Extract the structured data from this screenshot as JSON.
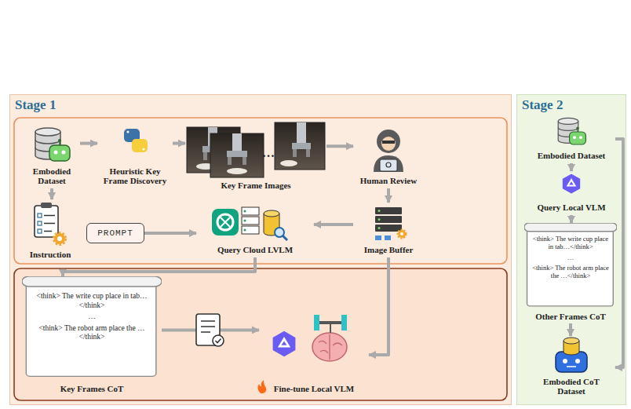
{
  "diagram": {
    "nodes": [
      {
        "text": [
          "Stage 1"
        ]
      },
      {
        "text": [
          "Embodied Dataset"
        ],
        "in": 0
      },
      {
        "text": [
          "Heuristic Key Frame Discovery"
        ],
        "in": 0
      },
      {
        "text": [
          "Key Frame Images"
        ],
        "in": 0
      },
      {
        "text": [
          "Human Review"
        ],
        "in": 0
      },
      {
        "text": [
          "Instruction"
        ],
        "in": 0
      },
      {
        "text": [
          "PROMPT"
        ],
        "in": 0
      },
      {
        "text": [
          "Query Cloud LVLM"
        ],
        "in": 0
      },
      {
        "text": [
          "Image Buffer"
        ],
        "in": 0
      },
      {
        "text": [
          "<think> The write cup place in tab…</think>",
          "…",
          "<think> The robot arm place the …</think>",
          "Key Frames CoT"
        ],
        "in": 0
      },
      {
        "text": [
          "Fine-tune Local VLM"
        ],
        "in": 0
      },
      {
        "text": [
          "Stage 2"
        ]
      },
      {
        "text": [
          "Embodied Dataset"
        ],
        "in": 11
      },
      {
        "text": [
          "Query Local VLM"
        ],
        "in": 11
      },
      {
        "text": [
          "<think> The write cup place in tab…</think>",
          "…",
          "<think> The robot arm place the …</think>",
          "Other Frames CoT"
        ],
        "in": 11
      },
      {
        "text": [
          "Embodied CoT Dataset"
        ],
        "in": 11
      }
    ],
    "edges": [
      {
        "from": 1,
        "to": 2,
        "arrow": "to"
      },
      {
        "from": 2,
        "to": 3,
        "arrow": "to"
      },
      {
        "from": 3,
        "to": 4,
        "arrow": "to"
      },
      {
        "from": 4,
        "to": 8,
        "arrow": "to"
      },
      {
        "from": 1,
        "to": 5,
        "arrow": "to"
      },
      {
        "from": 6,
        "to": 7,
        "arrow": "to"
      },
      {
        "from": 8,
        "to": 7,
        "arrow": "to"
      },
      {
        "from": 7,
        "to": 9,
        "arrow": "to"
      },
      {
        "from": 9,
        "to": 10,
        "arrow": "to"
      },
      {
        "from": 8,
        "to": 10,
        "arrow": "to"
      },
      {
        "from": 12,
        "to": 13,
        "arrow": "to"
      },
      {
        "from": 13,
        "to": 14,
        "arrow": "to"
      },
      {
        "from": 14,
        "to": 15,
        "arrow": "to"
      },
      {
        "from": 12,
        "to": 15,
        "arrow": "to"
      }
    ],
    "labels": [
      "…"
    ]
  }
}
